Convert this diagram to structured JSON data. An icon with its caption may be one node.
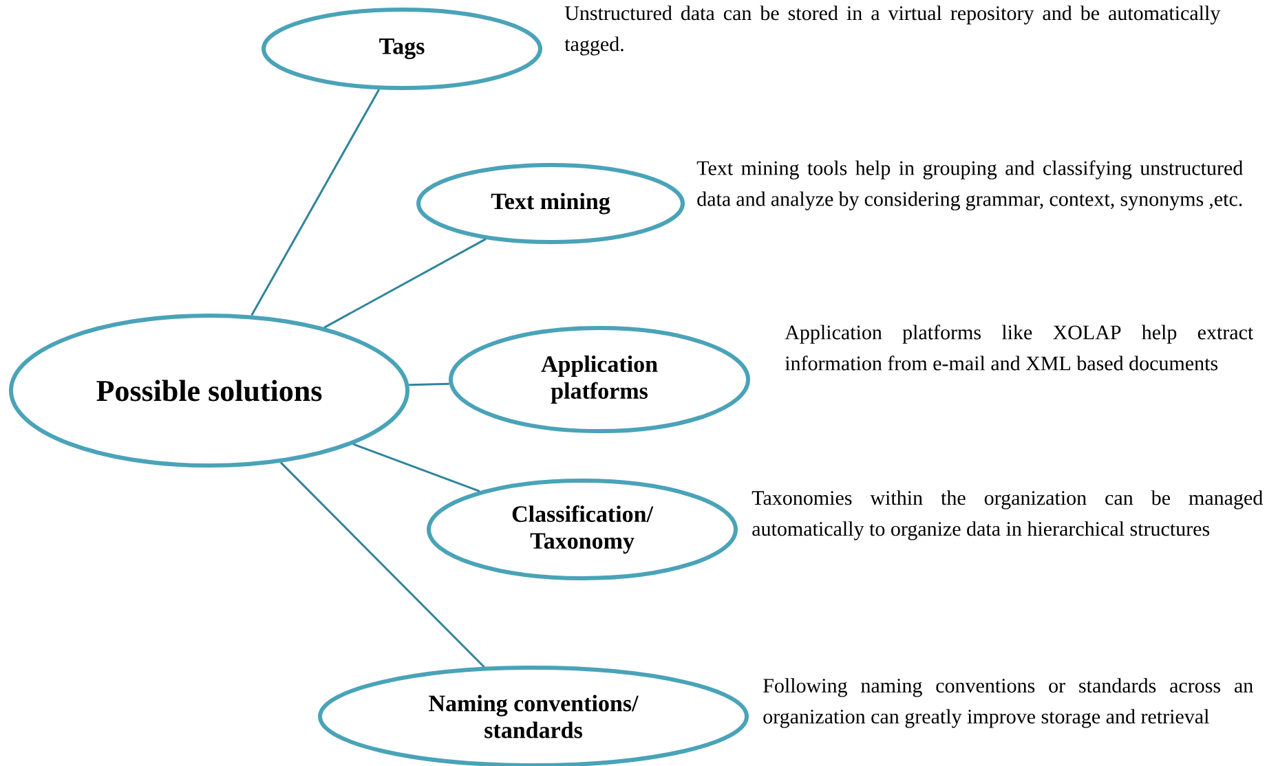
{
  "diagram": {
    "nodes": [
      {
        "text": [
          "Possible solutions"
        ]
      },
      {
        "text": [
          "Tags"
        ],
        "beside": [
          "Unstructured data can be stored in a virtual repository and be automatically tagged."
        ]
      },
      {
        "text": [
          "Text mining"
        ],
        "beside": [
          "Text mining tools help in grouping and classifying unstructured data and analyze by considering grammar, context, synonyms ,etc."
        ]
      },
      {
        "text": [
          "Application platforms"
        ],
        "beside": [
          "Application platforms like XOLAP help extract information from e-mail and XML based documents"
        ]
      },
      {
        "text": [
          "Classification/ Taxonomy"
        ],
        "beside": [
          "Taxonomies within the organization can be managed automatically to organize data in hierarchical structures"
        ]
      },
      {
        "text": [
          "Naming conventions/ standards"
        ],
        "beside": [
          "Following naming conventions or standards across an organization can greatly improve storage and retrieval"
        ]
      }
    ],
    "edges": [
      {
        "from": 0,
        "to": 1,
        "arrow": "none"
      },
      {
        "from": 0,
        "to": 2,
        "arrow": "none"
      },
      {
        "from": 0,
        "to": 3,
        "arrow": "none"
      },
      {
        "from": 0,
        "to": 4,
        "arrow": "none"
      },
      {
        "from": 0,
        "to": 5,
        "arrow": "none"
      }
    ]
  }
}
